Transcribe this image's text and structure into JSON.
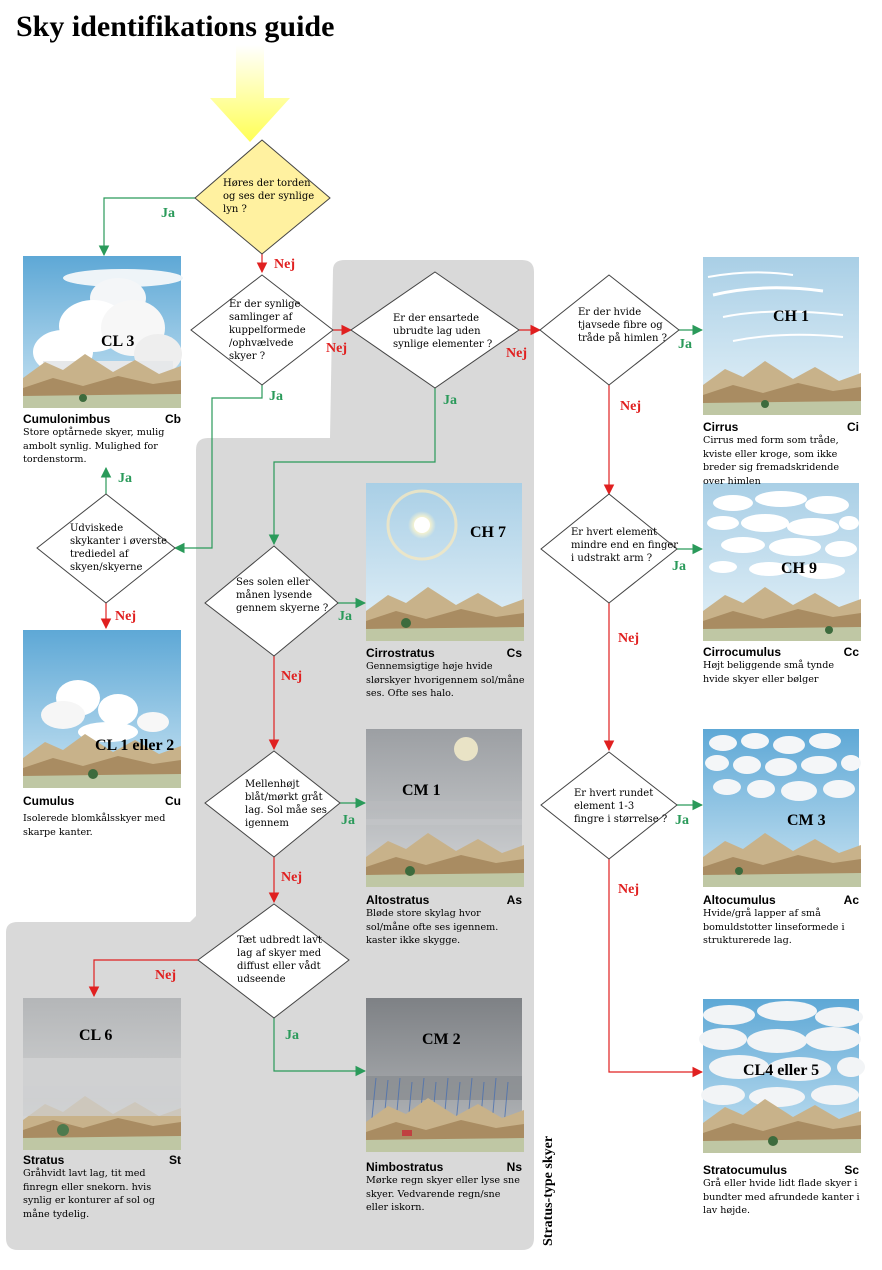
{
  "title": "Sky identifikations guide",
  "side_label": "Stratus-type skyer",
  "labels": {
    "yes": "Ja",
    "no": "Nej"
  },
  "colors": {
    "yes": "#2a9a5a",
    "no": "#e02020",
    "panel": "#d9d9d9",
    "start_diamond": "#fff1a0",
    "arrow_start": "#ffff66"
  },
  "questions": [
    {
      "id": "q1",
      "text": "Høres der torden\nog ses der synlige\nlyn ?"
    },
    {
      "id": "q2",
      "text": "Er der synlige\nsamlinger af\nkuppelformede\n/ophvælvede\nskyer ?"
    },
    {
      "id": "q3",
      "text": "Er der ensartede\nubrudte lag uden\nsynlige elementer ?"
    },
    {
      "id": "q4",
      "text": "Er der hvide\ntjavsede fibre og\ntråde på himlen ?"
    },
    {
      "id": "q5",
      "text": "Udviskede\nskykanter i øverste\ntrediedel af\nskyen/skyerne"
    },
    {
      "id": "q6",
      "text": "Ses solen eller\nmånen lysende\ngennem skyerne ?"
    },
    {
      "id": "q7",
      "text": "Mellenhøjt\nblåt/mørkt gråt\nlag. Sol måe ses\nigennem"
    },
    {
      "id": "q8",
      "text": "Tæt udbredt lavt\nlag af skyer med\ndiffust eller vådt\nudseende"
    },
    {
      "id": "q9",
      "text": "Er hvert element\nmindre end en finger\ni udstrakt arm ?"
    },
    {
      "id": "q10",
      "text": "Er hvert rundet\nelement 1-3\nfingre i størrelse ?"
    }
  ],
  "cards": [
    {
      "id": "cb",
      "code": "CL 3",
      "name": "Cumulonimbus",
      "abbr": "Cb",
      "desc": "Store optårnede skyer, mulig ambolt synlig. Mulighed for tordenstorm."
    },
    {
      "id": "cu",
      "code": "CL 1 eller 2",
      "name": "Cumulus",
      "abbr": "Cu",
      "desc": "Isolerede blomkålsskyer med skarpe kanter."
    },
    {
      "id": "st",
      "code": "CL 6",
      "name": "Stratus",
      "abbr": "St",
      "desc": "Gråhvidt lavt lag, tit med finregn eller snekorn. hvis synlig er konturer af sol og måne tydelig."
    },
    {
      "id": "cs",
      "code": "CH 7",
      "name": "Cirrostratus",
      "abbr": "Cs",
      "desc": "Gennemsigtige høje hvide slørskyer hvorigennem sol/måne ses. Ofte ses halo."
    },
    {
      "id": "as",
      "code": "CM 1",
      "name": "Altostratus",
      "abbr": "As",
      "desc": "Bløde store skylag hvor sol/måne ofte ses igennem. kaster ikke skygge."
    },
    {
      "id": "ns",
      "code": "CM 2",
      "name": "Nimbostratus",
      "abbr": "Ns",
      "desc": "Mørke regn skyer eller lyse sne skyer. Vedvarende regn/sne eller iskorn."
    },
    {
      "id": "ci",
      "code": "CH 1",
      "name": "Cirrus",
      "abbr": "Ci",
      "desc": "Cirrus med form som tråde, kviste eller kroge, som ikke breder sig fremadskridende over himlen"
    },
    {
      "id": "cc",
      "code": "CH 9",
      "name": "Cirrocumulus",
      "abbr": "Cc",
      "desc": "Højt beliggende små tynde hvide skyer eller bølger"
    },
    {
      "id": "ac",
      "code": "CM 3",
      "name": "Altocumulus",
      "abbr": "Ac",
      "desc": "Hvide/grå lapper af små bomuldstotter linseformede i strukturerede lag."
    },
    {
      "id": "sc",
      "code": "CL4 eller 5",
      "name": "Stratocumulus",
      "abbr": "Sc",
      "desc": "Grå eller hvide lidt flade skyer i bundter med afrundede kanter i lav højde."
    }
  ]
}
